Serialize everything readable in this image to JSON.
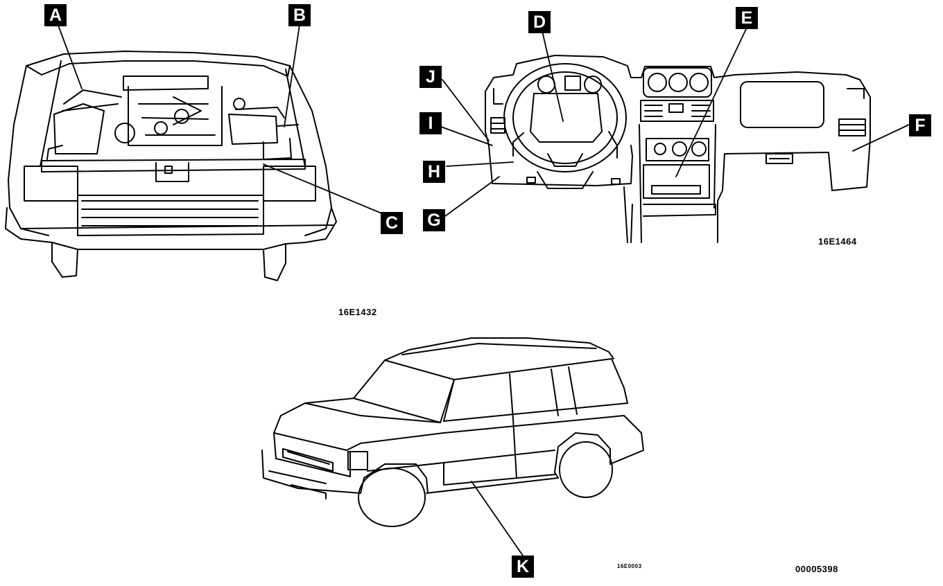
{
  "callouts": {
    "a": "A",
    "b": "B",
    "c": "C",
    "d": "D",
    "e": "E",
    "f": "F",
    "g": "G",
    "h": "H",
    "i": "I",
    "j": "J",
    "k": "K"
  },
  "figure_codes": {
    "engine": "16E1432",
    "dashboard": "16E1464",
    "vehicle": "16E0003",
    "sheet": "00005398"
  },
  "colors": {
    "ink": "#000000",
    "paper": "#ffffff"
  }
}
